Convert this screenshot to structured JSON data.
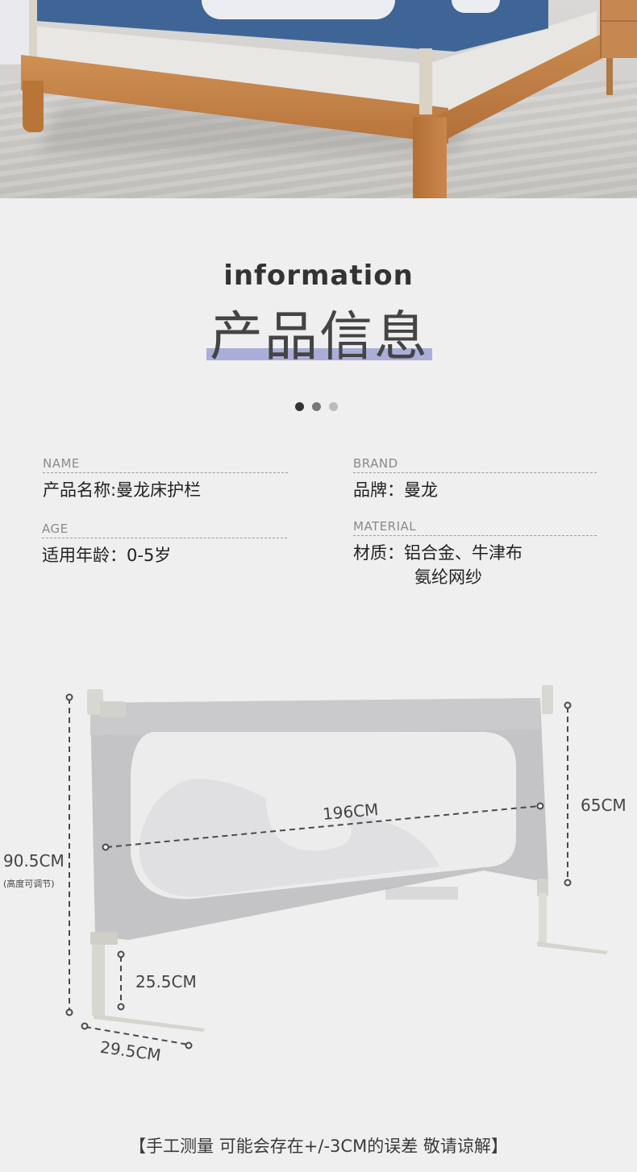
{
  "hero": {
    "image_alt": "bed with blue bed guard rail installed on wooden bed frame"
  },
  "header": {
    "title_en": "information",
    "title_cn": "产品信息",
    "accent_color": "#abadd9",
    "dots": [
      {
        "color": "#333333"
      },
      {
        "color": "#777777"
      },
      {
        "color": "#bbbbbb"
      }
    ]
  },
  "info": {
    "name": {
      "label": "NAME",
      "value": "产品名称:曼龙床护栏"
    },
    "brand": {
      "label": "BRAND",
      "value": "品牌：曼龙"
    },
    "age": {
      "label": "AGE",
      "value": "适用年龄：0-5岁"
    },
    "material": {
      "label": "MATERIAL",
      "value_line1": "材质：铝合金、牛津布",
      "value_line2": "氨纶网纱"
    }
  },
  "diagram": {
    "image_alt": "grey bed guard rail with dimension annotations",
    "total_height": "90.5CM",
    "total_height_note": "(高度可调节)",
    "length": "196CM",
    "panel_height": "65CM",
    "leg_height": "25.5CM",
    "foot_length": "29.5CM"
  },
  "footer": {
    "note": "【手工测量 可能会存在+/-3CM的误差 敬请谅解】"
  }
}
